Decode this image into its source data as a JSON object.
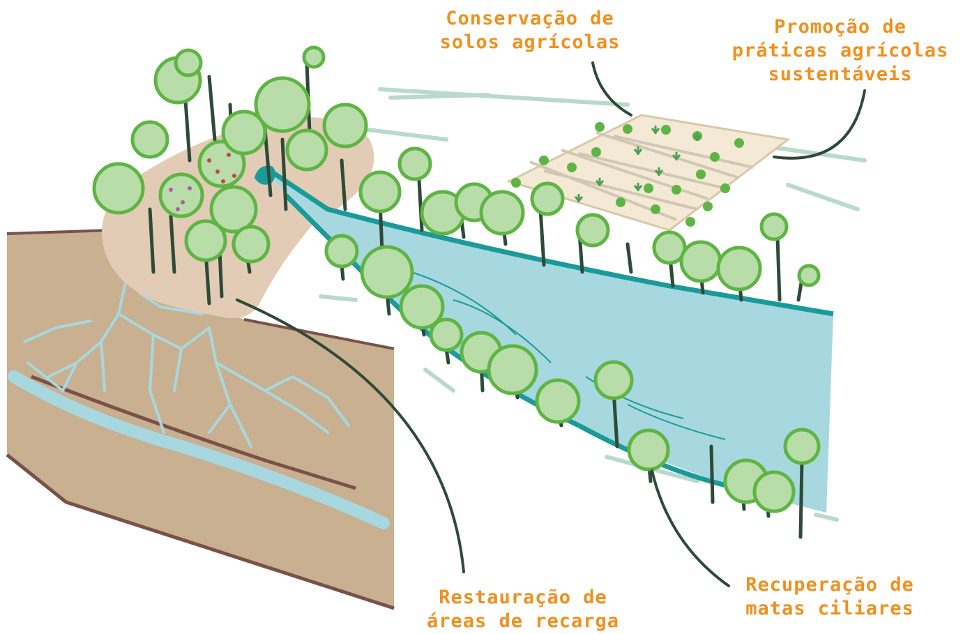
{
  "colors": {
    "label": "#F0901E",
    "water": "#A8D8DF",
    "water_edge": "#1B9A9A",
    "soil": "#C8B091",
    "soil_line": "#7A5148",
    "hill": "#E3CCB5",
    "tree_fill": "#B8DDA8",
    "tree_outline": "#5EB544",
    "trunk": "#2E4A38",
    "leader": "#2E4A38",
    "field": "#F3E9D4",
    "groundwater": "#A8D8DF"
  },
  "labels": {
    "soil_conservation": {
      "line1": "Conservação de",
      "line2": "solos agrícolas"
    },
    "sustainable_practices": {
      "line1": "Promoção de",
      "line2": "práticas agrícolas",
      "line3": "sustentáveis"
    },
    "recharge_restoration": {
      "line1": "Restauração de",
      "line2": "áreas de recarga"
    },
    "riparian_recovery": {
      "line1": "Recuperação de",
      "line2": "matas ciliares"
    }
  },
  "icons": {
    "trees": "tree-icon",
    "crops": "crop-sprout-icon",
    "spring": "water-spring-icon"
  }
}
